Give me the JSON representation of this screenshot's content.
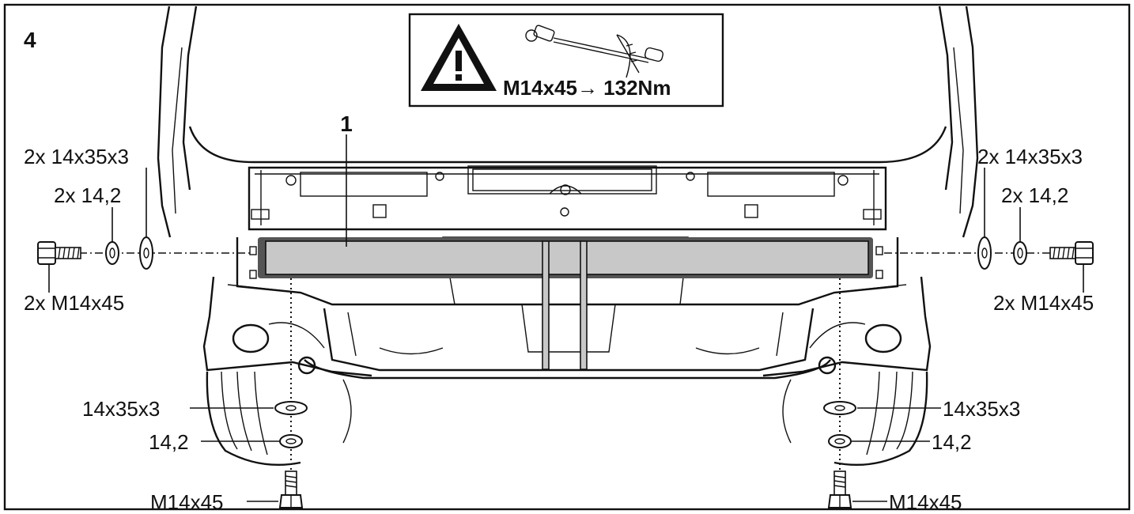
{
  "figure": {
    "step_number": "4",
    "torque_spec": "M14x45→ 132Nm",
    "part_number": "1",
    "left": {
      "washer_large": "2x 14x35x3",
      "washer_small": "2x 14,2",
      "bolt": "2x M14x45"
    },
    "right": {
      "washer_large": "2x 14x35x3",
      "washer_small": "2x 14,2",
      "bolt": "2x M14x45"
    },
    "bottom_left": {
      "washer_large": "14x35x3",
      "washer_small": "14,2",
      "bolt": "M14x45"
    },
    "bottom_right": {
      "washer_large": "14x35x3",
      "washer_small": "14,2",
      "bolt": "M14x45"
    }
  },
  "colors": {
    "ink": "#111111",
    "bar_fill": "#c8c8c8",
    "background": "#ffffff"
  },
  "icons": [
    "warning-triangle-icon",
    "torque-wrench-icon"
  ]
}
